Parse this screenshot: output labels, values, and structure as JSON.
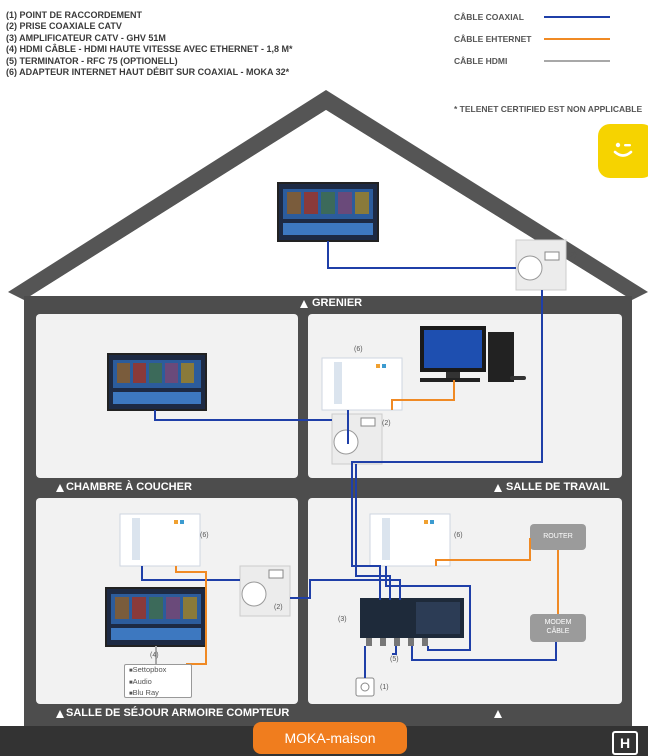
{
  "legend": {
    "items": [
      "(1) POINT DE RACCORDEMENT",
      "(2) PRISE COAXIALE CATV",
      "(3) AMPLIFICATEUR CATV - GHV 51M",
      "(4) HDMI CÂBLE - HDMI HAUTE VITESSE AVEC ETHERNET - 1,8 M*",
      "(5) TERMINATOR - RFC 75 (OPTIONELL)",
      "(6) ADAPTEUR INTERNET HAUT DÉBIT SUR COAXIAL - MOKA 32*"
    ]
  },
  "cables": [
    {
      "label": "CÂBLE COAXIAL",
      "color": "#1f3fa8"
    },
    {
      "label": "CÂBLE EHTERNET",
      "color": "#f08a24"
    },
    {
      "label": "CÂBLE HDMI",
      "color": "#a8a8a8"
    }
  ],
  "note": "* TELENET CERTIFIED EST NON APPLICABLE",
  "logo_icon": "telenet-smiley-icon",
  "colors": {
    "coax": "#1f3fa8",
    "ethernet": "#f08a24",
    "hdmi": "#a8a8a8",
    "wall": "#4d4d4d",
    "accent": "#f07d1e"
  },
  "rooms": {
    "grenier": "GRENIER",
    "chambre": "CHAMBRE À COUCHER",
    "travail": "SALLE DE TRAVAIL",
    "sejour": "SALLE DE SÉJOUR ARMOIRE COMPTEUR"
  },
  "device_labels": {
    "n1": "(1)",
    "n2": "(2)",
    "n3": "(3)",
    "n4": "(4)",
    "n5": "(5)",
    "n6": "(6)",
    "router": "ROUTER",
    "modem_line1": "MODEM",
    "modem_line2": "CÂBLE"
  },
  "settop_items": [
    "Settopbox",
    "Audio",
    "Blu Ray"
  ],
  "footer": {
    "title": "MOKA-maison",
    "brand_icon": "h-logo-icon",
    "brand_letter": "H"
  }
}
